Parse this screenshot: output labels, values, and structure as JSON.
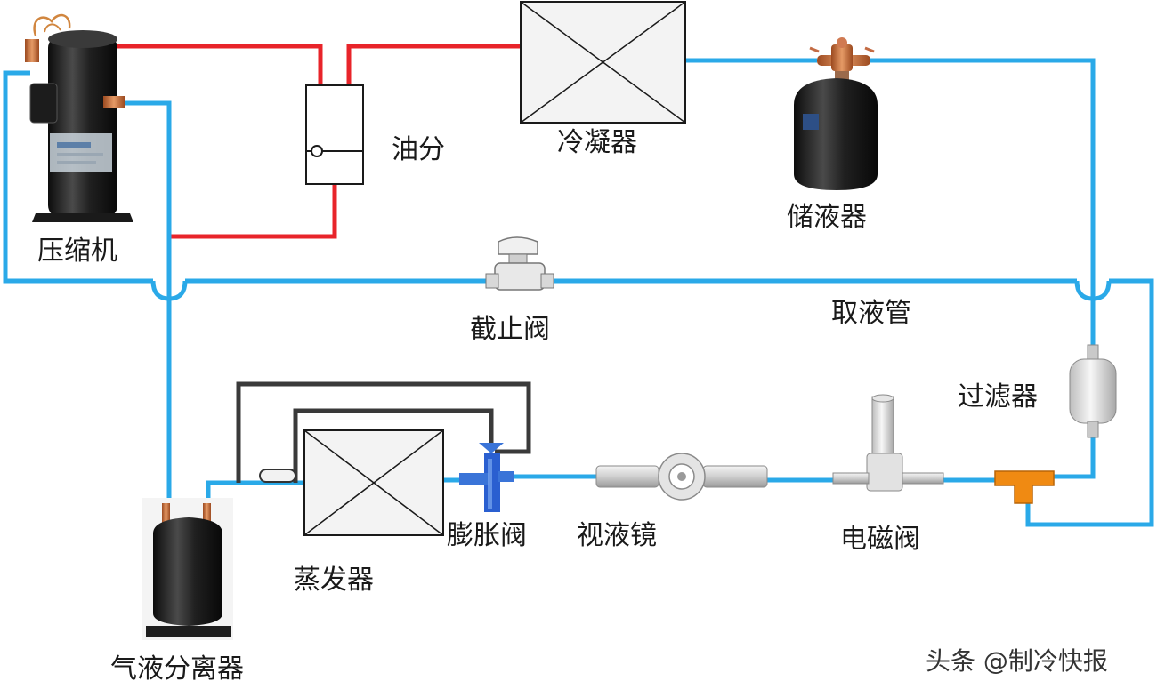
{
  "labels": {
    "compressor": "压缩机",
    "oil_separator": "油分",
    "condenser": "冷凝器",
    "receiver": "储液器",
    "stop_valve": "截止阀",
    "liquid_line": "取液管",
    "filter": "过滤器",
    "evaporator": "蒸发器",
    "expansion_valve": "膨胀阀",
    "sight_glass": "视液镜",
    "solenoid_valve": "电磁阀",
    "accumulator": "气液分离器"
  },
  "watermark": "头条 @制冷快报",
  "colors": {
    "discharge_line": "#e8242a",
    "liquid_suction_line": "#2aa9e8",
    "equalizer_line": "#3a3a3a",
    "component_body": "#161616",
    "expansion_valve_body": "#2a5fd0",
    "tee_fitting": "#f08a12"
  },
  "icons": {
    "compressor": "scroll-compressor-icon",
    "receiver": "liquid-receiver-icon",
    "accumulator": "accumulator-icon",
    "stop_valve": "stop-valve-icon",
    "filter": "filter-drier-icon",
    "sight_glass": "sight-glass-icon",
    "solenoid_valve": "solenoid-valve-icon",
    "expansion_valve": "expansion-valve-icon",
    "tee": "tee-fitting-icon"
  }
}
